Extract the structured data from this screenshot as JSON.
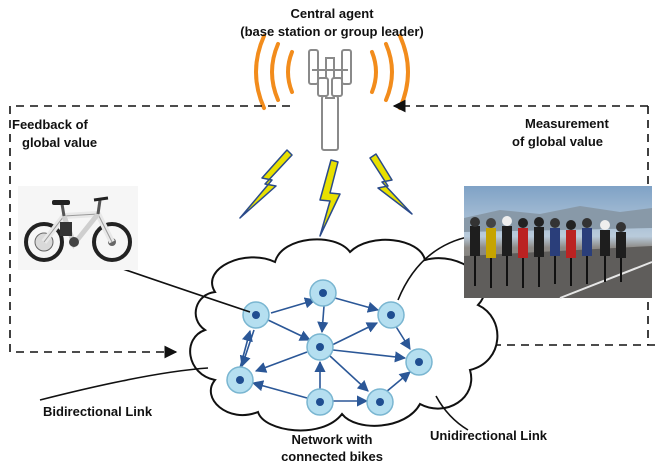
{
  "title": {
    "line1": "Central agent",
    "line2": "(base station or group leader)"
  },
  "feedback_label": {
    "line1": "Feedback of",
    "line2": "global value"
  },
  "measurement_label": {
    "line1": "Measurement",
    "line2": "of global value"
  },
  "bidirectional_label": "Bidirectional Link",
  "unidirectional_label": "Unidirectional Link",
  "network_label": {
    "line1": "Network with",
    "line2": "connected bikes"
  },
  "colors": {
    "signal_waves": "#f28c1c",
    "lightning_fill": "#e8e000",
    "lightning_outline": "#2a4a8a",
    "node_fill": "#b5dff0",
    "node_stroke": "#7ab6d1",
    "node_core": "#1f4e91",
    "edge": "#2b5797",
    "tower": "#8a8a8a"
  },
  "icons": {
    "central": "antenna-tower-icon",
    "ebike": "electric-bicycle-image",
    "cyclists": "cyclists-group-photo",
    "wireless": "lightning-signal-icon"
  }
}
